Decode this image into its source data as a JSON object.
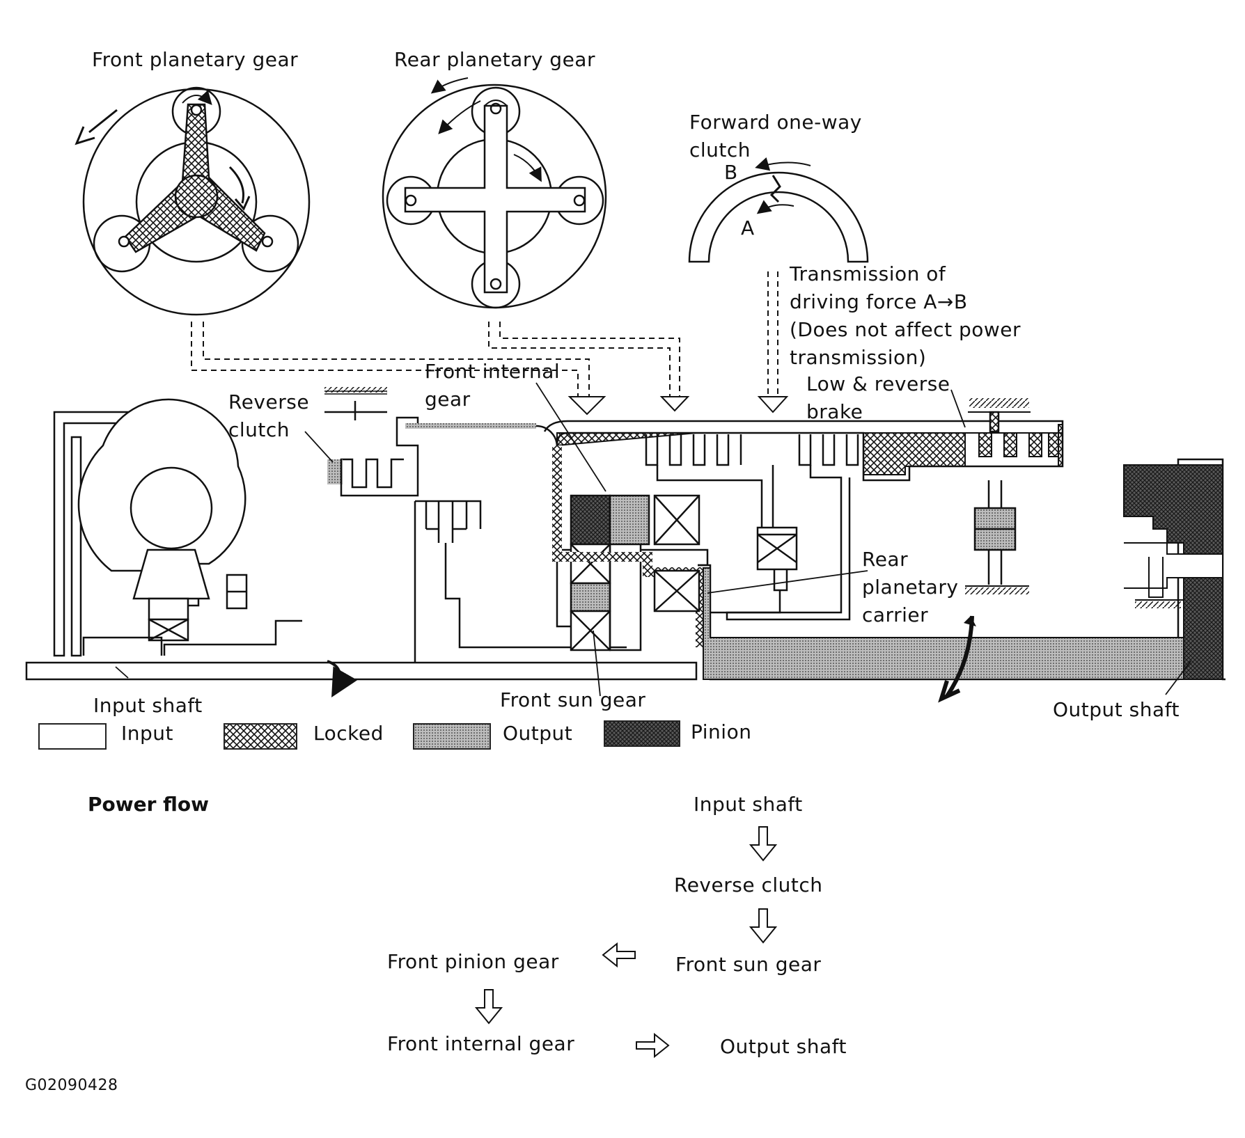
{
  "labels": {
    "front_planetary": "Front planetary gear",
    "rear_planetary": "Rear planetary gear",
    "forward_clutch_1": "Forward one-way",
    "forward_clutch_2": "clutch",
    "point_a": "A",
    "point_b": "B",
    "transmission_1": "Transmission of",
    "transmission_2": "driving force A→B",
    "transmission_3": "(Does not affect power",
    "transmission_4": "transmission)",
    "front_internal_1": "Front internal",
    "front_internal_2": "gear",
    "reverse_clutch_1": "Reverse",
    "reverse_clutch_2": "clutch",
    "low_reverse_1": "Low & reverse",
    "low_reverse_2": "brake",
    "rear_carrier_1": "Rear",
    "rear_carrier_2": "planetary",
    "rear_carrier_3": "carrier",
    "input_shaft": "Input shaft",
    "front_sun_gear": "Front sun gear",
    "output_shaft": "Output shaft"
  },
  "legend": [
    {
      "label": "Input",
      "pattern": "input"
    },
    {
      "label": "Locked",
      "pattern": "locked"
    },
    {
      "label": "Output",
      "pattern": "output"
    },
    {
      "label": "Pinion",
      "pattern": "pinion"
    }
  ],
  "power_flow": {
    "title": "Power flow",
    "steps": [
      "Input shaft",
      "Reverse clutch",
      "Front sun gear",
      "Front pinion gear",
      "Front internal gear",
      "Output shaft"
    ]
  },
  "figure_id": "G02090428",
  "colors": {
    "line": "#111111",
    "locked": "#111111",
    "output": "#9a9a9a",
    "pinion": "#4a4a4a",
    "input": "#ffffff"
  }
}
